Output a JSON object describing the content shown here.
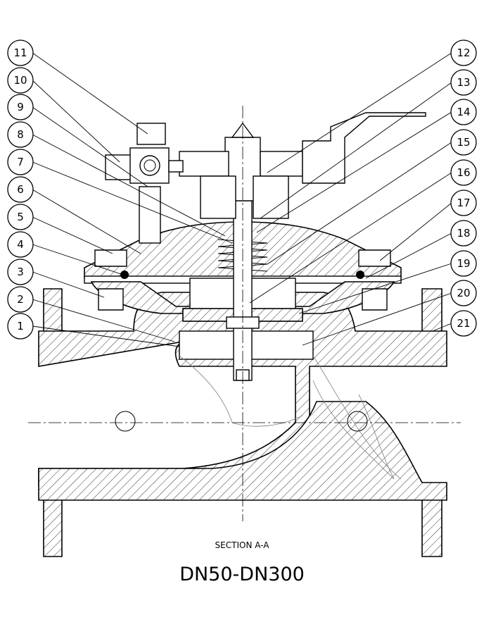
{
  "callouts": [
    "1",
    "2",
    "3",
    "4",
    "5",
    "6",
    "7",
    "8",
    "9",
    "10",
    "11",
    "12",
    "13",
    "14",
    "15",
    "16",
    "17",
    "18",
    "19",
    "20",
    "21"
  ],
  "section_label": "SECTION A-A",
  "model_label": "DN50-DN300"
}
